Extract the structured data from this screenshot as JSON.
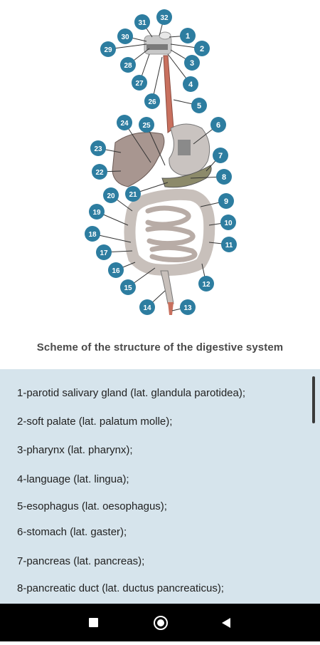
{
  "figure": {
    "markers": [
      "1",
      "2",
      "3",
      "4",
      "5",
      "6",
      "7",
      "8",
      "9",
      "10",
      "11",
      "12",
      "13",
      "14",
      "15",
      "16",
      "17",
      "18",
      "19",
      "20",
      "21",
      "22",
      "23",
      "24",
      "25",
      "26",
      "27",
      "28",
      "29",
      "30",
      "31",
      "32"
    ],
    "marker_color": "#2d7da0"
  },
  "caption": "Scheme of the structure of the digestive system",
  "list": [
    "1-parotid salivary gland (lat. glandula parotidea);",
    "2-soft palate (lat. palatum molle);",
    "3-pharynx (lat. pharynx);",
    "4-language (lat. lingua);",
    "5-esophagus (lat. oesophagus);",
    "6-stomach (lat. gaster);",
    "7-pancreas (lat. pancreas);",
    "8-pancreatic duct (lat. ductus pancreaticus);"
  ],
  "colors": {
    "panel_bg": "#d6e4ec",
    "navbar_bg": "#000000"
  },
  "navbar": {
    "icons": [
      "square-icon",
      "circle-home-icon",
      "triangle-back-icon"
    ]
  }
}
